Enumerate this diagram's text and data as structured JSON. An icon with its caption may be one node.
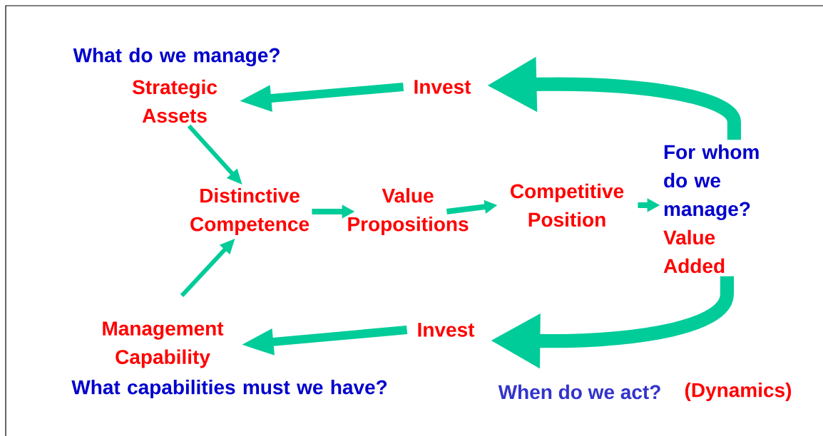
{
  "diagram": {
    "nodes": [
      {
        "text": [
          "Strategic Assets"
        ],
        "beside": [
          "What do we manage?"
        ]
      },
      {
        "text": [
          "Distinctive Competence"
        ]
      },
      {
        "text": [
          "Value Propositions"
        ]
      },
      {
        "text": [
          "Competitive Position"
        ]
      },
      {
        "text": [
          "For whom do we manage?",
          "Value Added"
        ]
      },
      {
        "text": [
          "Invest"
        ]
      },
      {
        "text": [
          "Invest"
        ]
      },
      {
        "text": [
          "Management Capability"
        ],
        "beside": [
          "What capabilities must we have?"
        ]
      }
    ],
    "edges": [
      {
        "from": 5,
        "to": 0,
        "arrow": "to"
      },
      {
        "from": 0,
        "to": 1,
        "arrow": "to"
      },
      {
        "from": 7,
        "to": 1,
        "arrow": "to"
      },
      {
        "from": 1,
        "to": 2,
        "arrow": "to"
      },
      {
        "from": 2,
        "to": 3,
        "arrow": "to"
      },
      {
        "from": 3,
        "to": 4,
        "arrow": "to"
      },
      {
        "from": 4,
        "to": 5,
        "arrow": "to",
        "style": "thick"
      },
      {
        "from": 4,
        "to": 6,
        "arrow": "to",
        "style": "thick"
      },
      {
        "from": 6,
        "to": 7,
        "arrow": "to"
      }
    ],
    "labels": [
      "When do we act?",
      "(Dynamics)"
    ]
  }
}
